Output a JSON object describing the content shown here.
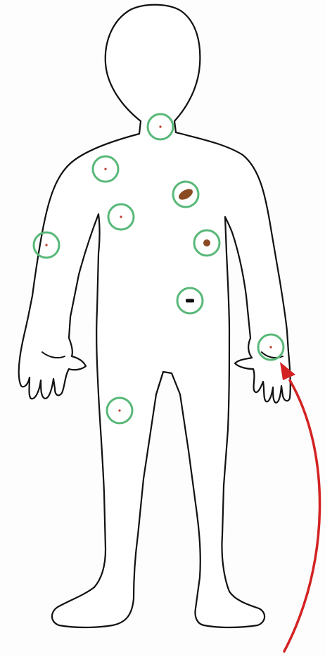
{
  "colors": {
    "ring": "#58b878",
    "mole_small": "#c0392b",
    "mole_brown": "#8a4a22",
    "mole_dark": "#111111",
    "arrow": "#d32222"
  },
  "markers": [
    {
      "id": "neck",
      "mole": "dot"
    },
    {
      "id": "upper-chest-right",
      "mole": "dot"
    },
    {
      "id": "chest-center",
      "mole": "dot"
    },
    {
      "id": "upper-arm-right",
      "mole": "dot"
    },
    {
      "id": "chest-left",
      "mole": "oval-brown"
    },
    {
      "id": "waist-left",
      "mole": "round-brown"
    },
    {
      "id": "abdomen",
      "mole": "dark-dash"
    },
    {
      "id": "wrist-left",
      "mole": "dot"
    },
    {
      "id": "thigh-right",
      "mole": "dot"
    }
  ]
}
